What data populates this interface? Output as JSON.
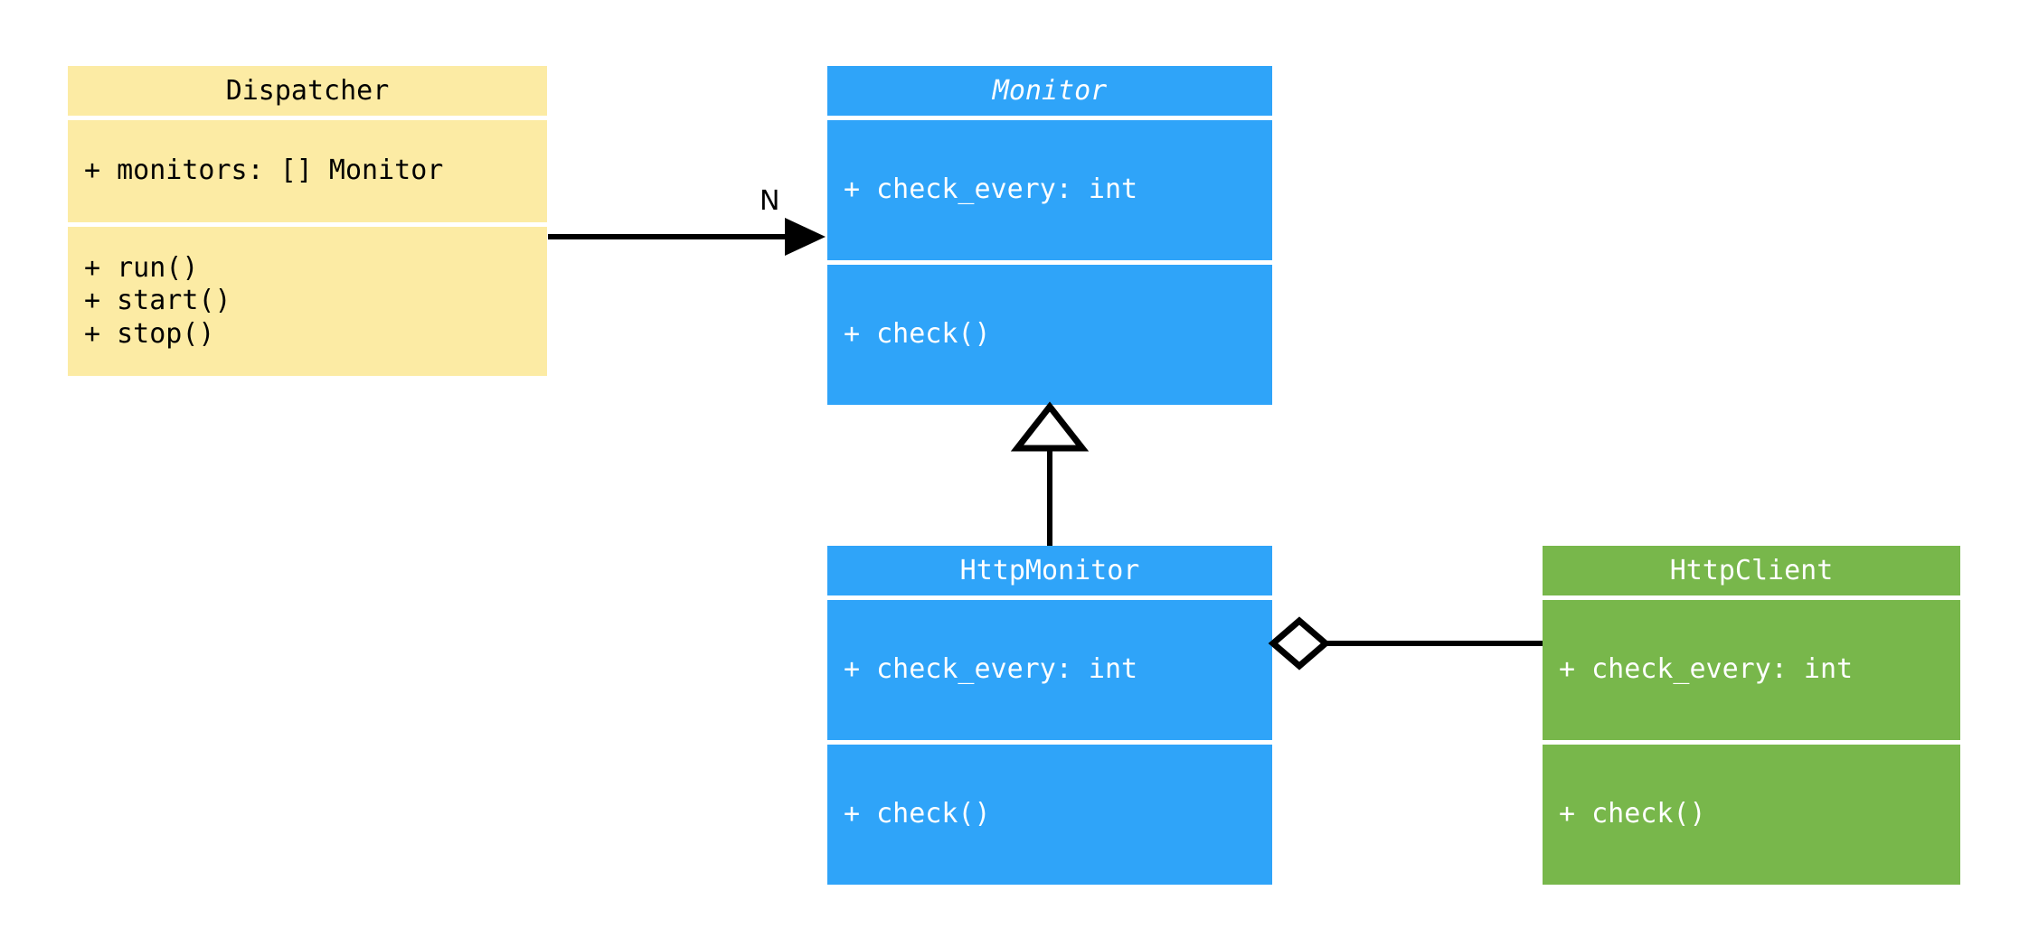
{
  "diagram": {
    "type": "uml-class-diagram",
    "background": "#ffffff",
    "classes": [
      {
        "id": "dispatcher",
        "name": "Dispatcher",
        "abstract": false,
        "fill": "#fceba4",
        "text_color": "#000000",
        "attributes": [
          "+ monitors: [] Monitor"
        ],
        "methods": [
          "+ run()",
          "+ start()",
          "+ stop()"
        ]
      },
      {
        "id": "monitor",
        "name": "Monitor",
        "abstract": true,
        "fill": "#2fa4f9",
        "text_color": "#ffffff",
        "attributes": [
          "+ check_every: int"
        ],
        "methods": [
          "+ check()"
        ]
      },
      {
        "id": "httpmonitor",
        "name": "HttpMonitor",
        "abstract": false,
        "fill": "#2fa4f9",
        "text_color": "#ffffff",
        "attributes": [
          "+ check_every: int"
        ],
        "methods": [
          "+ check()"
        ]
      },
      {
        "id": "httpclient",
        "name": "HttpClient",
        "abstract": false,
        "fill": "#78b74b",
        "text_color": "#ffffff",
        "attributes": [
          "+ check_every: int"
        ],
        "methods": [
          "+ check()"
        ]
      }
    ],
    "relationships": [
      {
        "id": "dispatcher-to-monitor",
        "kind": "association",
        "from": "Dispatcher",
        "to": "Monitor",
        "label": "N",
        "arrow": "filled-triangle",
        "line": "solid",
        "color": "#000000"
      },
      {
        "id": "httpmonitor-to-monitor",
        "kind": "generalization",
        "from": "HttpMonitor",
        "to": "Monitor",
        "label": "",
        "arrow": "hollow-triangle",
        "line": "solid",
        "color": "#000000"
      },
      {
        "id": "httpmonitor-to-httpclient",
        "kind": "aggregation",
        "from": "HttpMonitor",
        "to": "HttpClient",
        "label": "",
        "arrow": "hollow-diamond",
        "line": "solid",
        "color": "#000000"
      }
    ]
  }
}
